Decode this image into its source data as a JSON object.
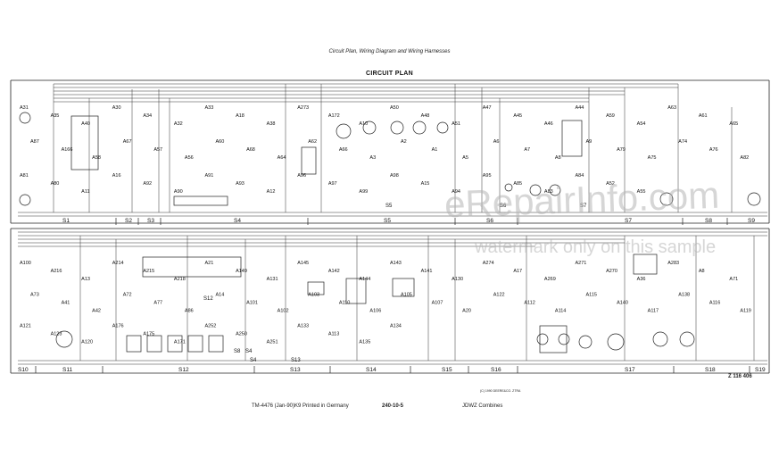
{
  "header": {
    "running_title": "Circuit Plan, Wiring Diagram and Wiring Harnesses",
    "diagram_title": "CIRCUIT PLAN"
  },
  "watermarks": {
    "site": "eRepairInfo.com",
    "note": "watermark only on this sample"
  },
  "footer": {
    "manual": "TM-4476 (Jan-90)K9 Printed in Germany",
    "page": "240-10-5",
    "product": "JDWZ Combines",
    "drawing_no": "Z 116 406",
    "copyright": "(C) 1990 DEERE&CO. ZTRA"
  },
  "sections_top": [
    "S1",
    "S2",
    "S3",
    "S4",
    "S5",
    "S6",
    "S7",
    "S8",
    "S9"
  ],
  "sections_bottom": [
    "S10",
    "S11",
    "S12",
    "S13",
    "S14",
    "S15",
    "S16",
    "S17",
    "S18",
    "S19"
  ],
  "extra_section_labels": [
    "S8",
    "S4"
  ],
  "components_top": [
    "A31",
    "A35",
    "A40",
    "A30",
    "A34",
    "A32",
    "A33",
    "A18",
    "A38",
    "A273",
    "A172",
    "A10",
    "A50",
    "A48",
    "A51",
    "A47",
    "A45",
    "A46",
    "A44",
    "A59",
    "A54",
    "A63",
    "A61",
    "A65",
    "A87",
    "A166",
    "A58",
    "A67",
    "A57",
    "A56",
    "A60",
    "A68",
    "A64",
    "A62",
    "A66",
    "A3",
    "A2",
    "A1",
    "A5",
    "A6",
    "A7",
    "A8",
    "A9",
    "A79",
    "A75",
    "A74",
    "A76",
    "A82",
    "A81",
    "A80",
    "A11",
    "A16",
    "A92",
    "A90",
    "A91",
    "A93",
    "A12",
    "A96",
    "A97",
    "A99",
    "A98",
    "A15",
    "A94",
    "A95",
    "A85",
    "A83",
    "A84",
    "A52",
    "A55"
  ],
  "components_bottom": [
    "A100",
    "A216",
    "A13",
    "A214",
    "A215",
    "A218",
    "A21",
    "A149",
    "A131",
    "A145",
    "A142",
    "A144",
    "A143",
    "A141",
    "A130",
    "A274",
    "A17",
    "A269",
    "A271",
    "A270",
    "A36",
    "A283",
    "A8",
    "A71",
    "A73",
    "A41",
    "A42",
    "A72",
    "A77",
    "A86",
    "A14",
    "A101",
    "A102",
    "A103",
    "A110",
    "A106",
    "A105",
    "A107",
    "A20",
    "A122",
    "A112",
    "A114",
    "A115",
    "A140",
    "A117",
    "A138",
    "A116",
    "A119",
    "A121",
    "A123",
    "A120",
    "A176",
    "A175",
    "A171",
    "A252",
    "A250",
    "A251",
    "A133",
    "A113",
    "A135",
    "A134"
  ],
  "section_labels_inline": [
    "S7",
    "S12",
    "S5",
    "S6",
    "S4",
    "S13"
  ]
}
